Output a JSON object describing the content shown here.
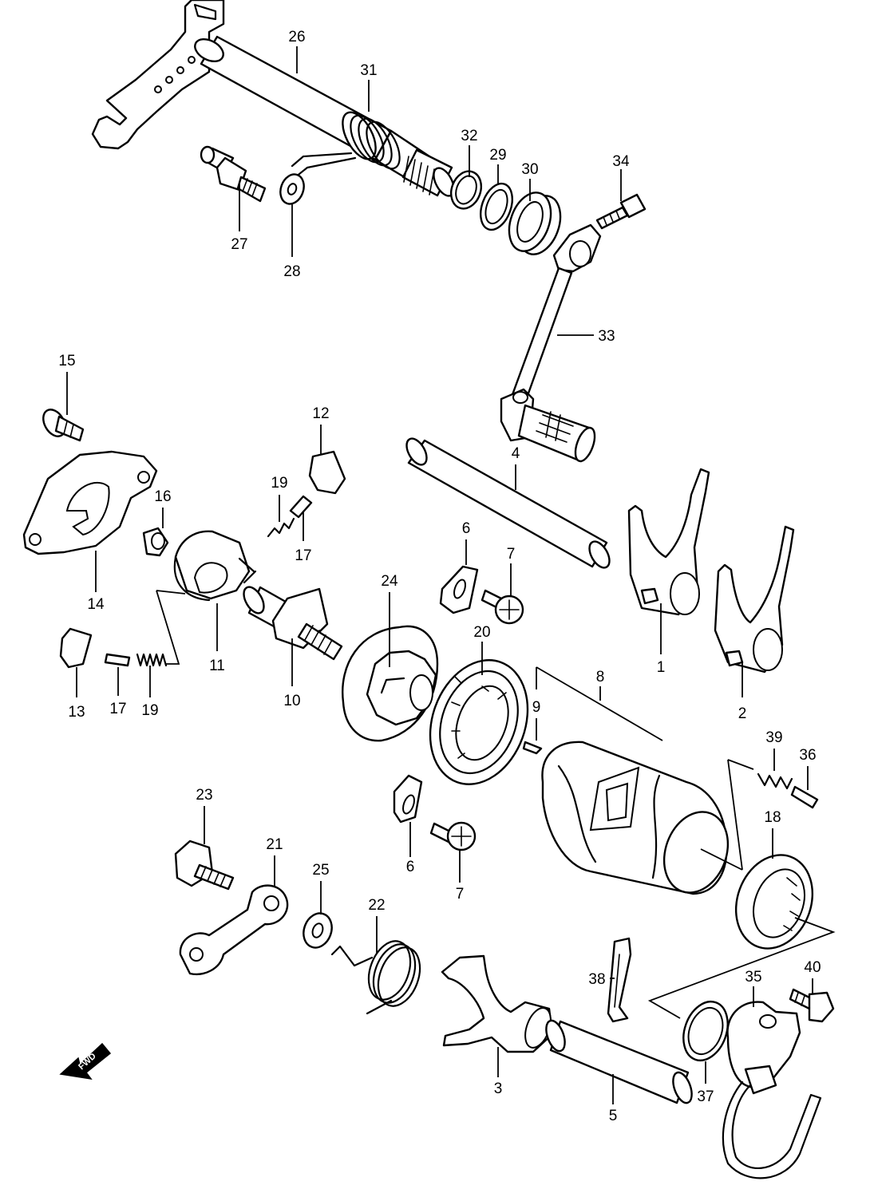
{
  "diagram": {
    "direction_marker": {
      "text": "FWD",
      "icon": "forward-arrow-icon"
    },
    "callouts": [
      {
        "id": "1",
        "label": "1"
      },
      {
        "id": "2",
        "label": "2"
      },
      {
        "id": "3",
        "label": "3"
      },
      {
        "id": "4",
        "label": "4"
      },
      {
        "id": "5",
        "label": "5"
      },
      {
        "id": "6a",
        "label": "6"
      },
      {
        "id": "6b",
        "label": "6"
      },
      {
        "id": "7a",
        "label": "7"
      },
      {
        "id": "7b",
        "label": "7"
      },
      {
        "id": "8",
        "label": "8"
      },
      {
        "id": "9",
        "label": "9"
      },
      {
        "id": "10",
        "label": "10"
      },
      {
        "id": "11",
        "label": "11"
      },
      {
        "id": "12",
        "label": "12"
      },
      {
        "id": "13",
        "label": "13"
      },
      {
        "id": "14",
        "label": "14"
      },
      {
        "id": "15",
        "label": "15"
      },
      {
        "id": "16",
        "label": "16"
      },
      {
        "id": "17a",
        "label": "17"
      },
      {
        "id": "17b",
        "label": "17"
      },
      {
        "id": "18",
        "label": "18"
      },
      {
        "id": "19a",
        "label": "19"
      },
      {
        "id": "19b",
        "label": "19"
      },
      {
        "id": "20",
        "label": "20"
      },
      {
        "id": "21",
        "label": "21"
      },
      {
        "id": "22",
        "label": "22"
      },
      {
        "id": "23",
        "label": "23"
      },
      {
        "id": "24",
        "label": "24"
      },
      {
        "id": "25",
        "label": "25"
      },
      {
        "id": "26",
        "label": "26"
      },
      {
        "id": "27",
        "label": "27"
      },
      {
        "id": "28",
        "label": "28"
      },
      {
        "id": "29",
        "label": "29"
      },
      {
        "id": "30",
        "label": "30"
      },
      {
        "id": "31",
        "label": "31"
      },
      {
        "id": "32",
        "label": "32"
      },
      {
        "id": "33",
        "label": "33"
      },
      {
        "id": "34",
        "label": "34"
      },
      {
        "id": "35",
        "label": "35"
      },
      {
        "id": "36",
        "label": "36"
      },
      {
        "id": "37",
        "label": "37"
      },
      {
        "id": "38",
        "label": "38"
      },
      {
        "id": "39",
        "label": "39"
      },
      {
        "id": "40",
        "label": "40"
      }
    ]
  }
}
